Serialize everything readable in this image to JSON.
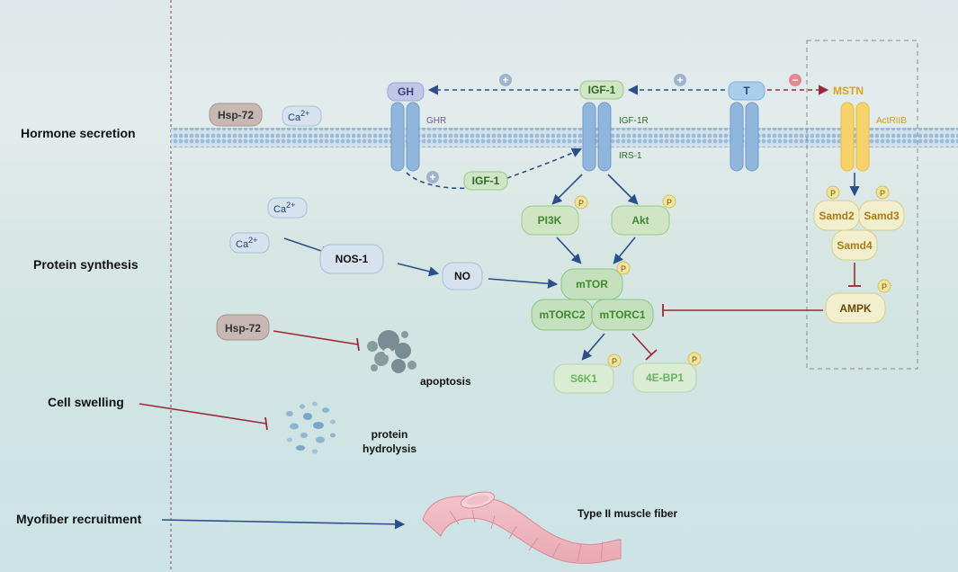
{
  "sections": [
    "Hormone secretion",
    "Protein synthesis",
    "Cell swelling",
    "Myofiber recruitment"
  ],
  "hormones": {
    "gh": "GH",
    "igf1": "IGF-1",
    "t": "T",
    "mstn": "MSTN",
    "igf1_lower": "IGF-1"
  },
  "receptors": {
    "ghr": "GHR",
    "igf1r": "IGF-1R",
    "irs1": "IRS-1",
    "actriib": "ActRIIB"
  },
  "signs": {
    "plus": "+",
    "minus": "−"
  },
  "molecules": {
    "hsp72_top": "Hsp-72",
    "ca_base": "Ca",
    "ca_sup": "2+",
    "nos1": "NOS-1",
    "no": "NO",
    "pi3k": "PI3K",
    "akt": "Akt",
    "mtor": "mTOR",
    "mtorc2": "mTORC2",
    "mtorc1": "mTORC1",
    "s6k1": "S6K1",
    "ebp1": "4E-BP1",
    "samd2": "Samd2",
    "samd3": "Samd3",
    "samd4": "Samd4",
    "ampk": "AMPK",
    "hsp72_mid": "Hsp-72",
    "p": "P"
  },
  "outcomes": {
    "apoptosis": "apoptosis",
    "protein": "protein",
    "hydrolysis": "hydrolysis",
    "fiber": "Type II muscle fiber"
  },
  "colors": {
    "blue_arrow": "#2a4f8a",
    "red_arrow": "#9a2a3a",
    "green_pill": "#cfe5c4",
    "green_text": "#3f8a2e",
    "yellow_pill": "#f2efcf",
    "yellow_text": "#b07a10",
    "blue_pill": "#d6e3ee",
    "receptor_blue": "#8fb6dd",
    "receptor_yellow": "#f6d36a",
    "hsp_pill": "#c7b8b3"
  }
}
